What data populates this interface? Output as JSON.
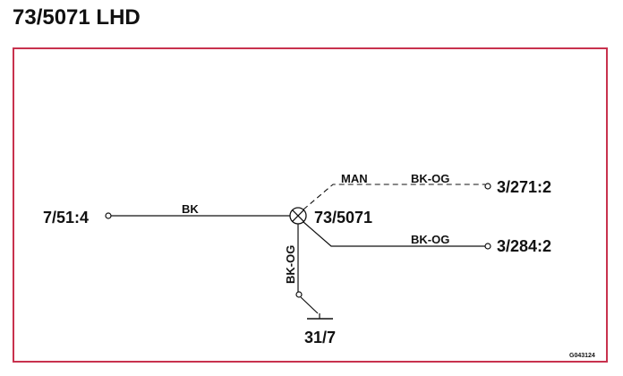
{
  "title": "73/5071 LHD",
  "colors": {
    "frame": "#c8324e",
    "line": "#111111"
  },
  "diagram": {
    "center_component": "73/5071",
    "left_terminal": "7/51:4",
    "left_wire_label": "BK",
    "upper_branch_label": "MAN",
    "upper_wire_label": "BK-OG",
    "upper_terminal": "3/271:2",
    "lower_wire_label": "BK-OG",
    "lower_terminal": "3/284:2",
    "ground_wire_label": "BK-OG",
    "ground_terminal": "31/7",
    "drawing_code": "G043124"
  }
}
